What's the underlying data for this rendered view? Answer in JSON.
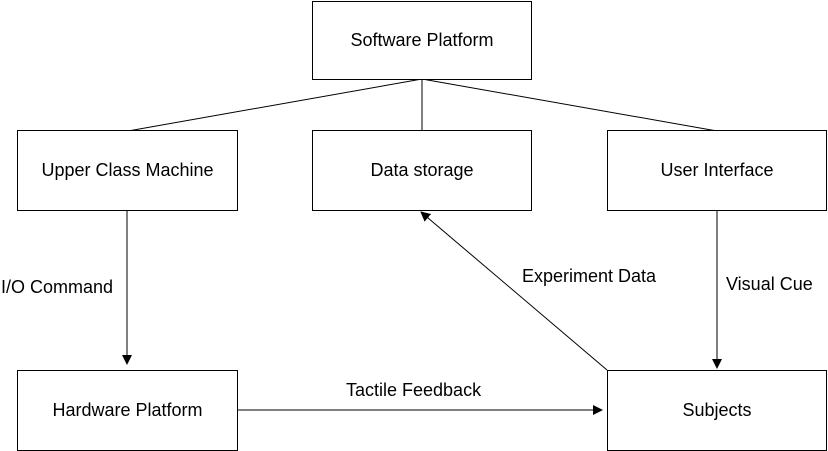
{
  "nodes": {
    "software_platform": "Software Platform",
    "upper_class_machine": "Upper Class Machine",
    "data_storage": "Data storage",
    "user_interface": "User Interface",
    "hardware_platform": "Hardware Platform",
    "subjects": "Subjects"
  },
  "edges": {
    "io_command": "I/O Command",
    "experiment_data": "Experiment Data",
    "visual_cue": "Visual Cue",
    "tactile_feedback": "Tactile Feedback"
  },
  "colors": {
    "line": "#000000",
    "box_border": "#000000",
    "background": "#ffffff"
  }
}
